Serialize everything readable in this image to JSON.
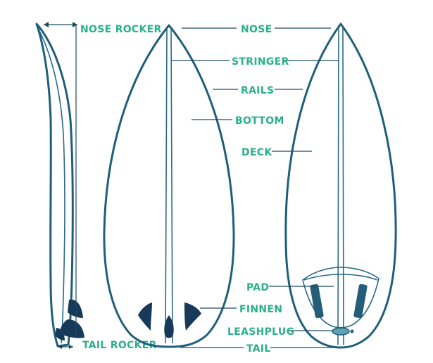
{
  "labels": {
    "nose_rocker": "NOSE ROCKER",
    "tail_rocker": "TAIL ROCKER",
    "nose": "NOSE",
    "stringer": "STRINGER",
    "rails": "RAILS",
    "bottom": "BOTTOM",
    "deck": "DECK",
    "pad": "PAD",
    "finnen": "FINNEN",
    "leashplug": "LEASHPLUG",
    "tail": "TAIL"
  },
  "colors": {
    "label": "#2bb08a",
    "board_outline": "#1f5f7a",
    "fin": "#173a5a",
    "leader_line": "#1d4a66"
  }
}
